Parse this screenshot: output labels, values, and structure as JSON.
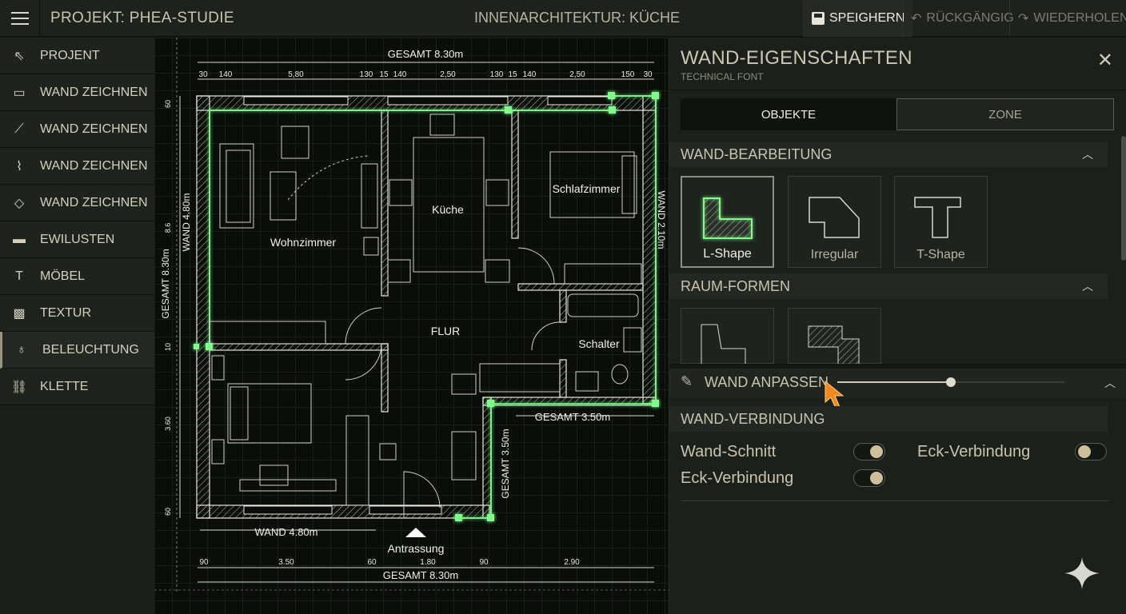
{
  "topbar": {
    "project": "PROJEKT: PHEA-STUDIE",
    "title": "INNENARCHITEKTUR: KÜCHE",
    "save": "SPEIGHERN",
    "undo": "RÜCKGÄNGIG",
    "redo": "WIEDERHOLEN"
  },
  "sidebar": {
    "items": [
      {
        "label": "PROJENT",
        "icon": "cursor-icon"
      },
      {
        "label": "WAND ZEICHNEN",
        "icon": "rectangle-wall-icon"
      },
      {
        "label": "WAND ZEICHNEN",
        "icon": "line-wall-icon"
      },
      {
        "label": "WAND ZEICHNEN",
        "icon": "curved-wall-icon"
      },
      {
        "label": "WAND ZEICHNEN",
        "icon": "diamond-wall-icon"
      },
      {
        "label": "EWILUSTEN",
        "icon": "sofa-icon"
      },
      {
        "label": "MÖBEL",
        "icon": "lamp-icon"
      },
      {
        "label": "TEXTUR",
        "icon": "texture-icon"
      },
      {
        "label": "BELEUCHTUNG",
        "icon": "bulb-icon"
      },
      {
        "label": "KLETTE",
        "icon": "chain-icon"
      }
    ]
  },
  "plan": {
    "rooms": [
      "Wohnzimmer",
      "Küche",
      "Schlafzimmer",
      "FLUR",
      "Schalter"
    ],
    "top_total": "GESAMT 8.30m",
    "top_dims": [
      "30",
      "140",
      "5,80",
      "130",
      "15",
      "140",
      "2,50",
      "130",
      "15",
      "140",
      "2,50",
      "150",
      "30"
    ],
    "bottom_wall": "WAND 4.80m",
    "entrance": "Antrassung",
    "bottom_dims": [
      "90",
      "3.50",
      "60",
      "1.80",
      "90",
      "2.90"
    ],
    "bottom_total": "GESAMT 8.30m",
    "left_dims": [
      "60",
      "8.6",
      "10",
      "3.60",
      "60"
    ],
    "left_wall": "WAND 4.80m",
    "left_total": "GESAMT 8.30m",
    "right_wall": "WAND 2.10m",
    "step_dim": "GESAMT 3.50m",
    "step_vertical": "GESAMT 3.50m",
    "accent": "#7dff8a"
  },
  "panel": {
    "title": "WAND-EIGENSCHAFTEN",
    "subtitle": "TECHNICAL FONT",
    "tabs": [
      "OBJEKTE",
      "ZONE"
    ],
    "section1": "WAND-BEARBEITUNG",
    "shapes": [
      "L-Shape",
      "Irregular",
      "T-Shape"
    ],
    "section2": "RAUM-FORMEN",
    "adjust": {
      "label": "WAND ANPASSEN",
      "value": 0.5
    },
    "section3": "WAND-VERBINDUNG",
    "toggles": [
      {
        "label": "Wand-Schnitt",
        "on": true
      },
      {
        "label": "Eck-Verbindung",
        "on": false
      },
      {
        "label": "Eck-Verbindung",
        "on": true
      }
    ]
  }
}
